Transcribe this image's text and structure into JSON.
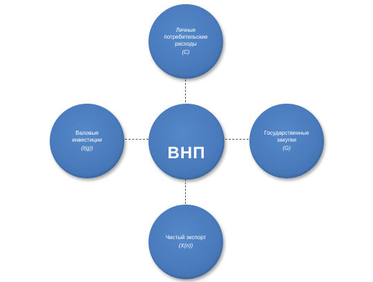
{
  "diagram": {
    "center": {
      "label": "ВНП"
    },
    "top": {
      "label": "Личные\nпотребительские\nрасходы",
      "symbol": "(C)"
    },
    "left": {
      "label": "Валовые\nинвестиции",
      "symbol": "(I(g))"
    },
    "right": {
      "label": "Государственные\nзакупки",
      "symbol": "(G)"
    },
    "bottom": {
      "label": "Чистый экспорт",
      "symbol": "(X(n))"
    }
  },
  "colors": {
    "node_fill": "#4a7bbd",
    "text": "#ffffff",
    "connector": "#555555"
  }
}
